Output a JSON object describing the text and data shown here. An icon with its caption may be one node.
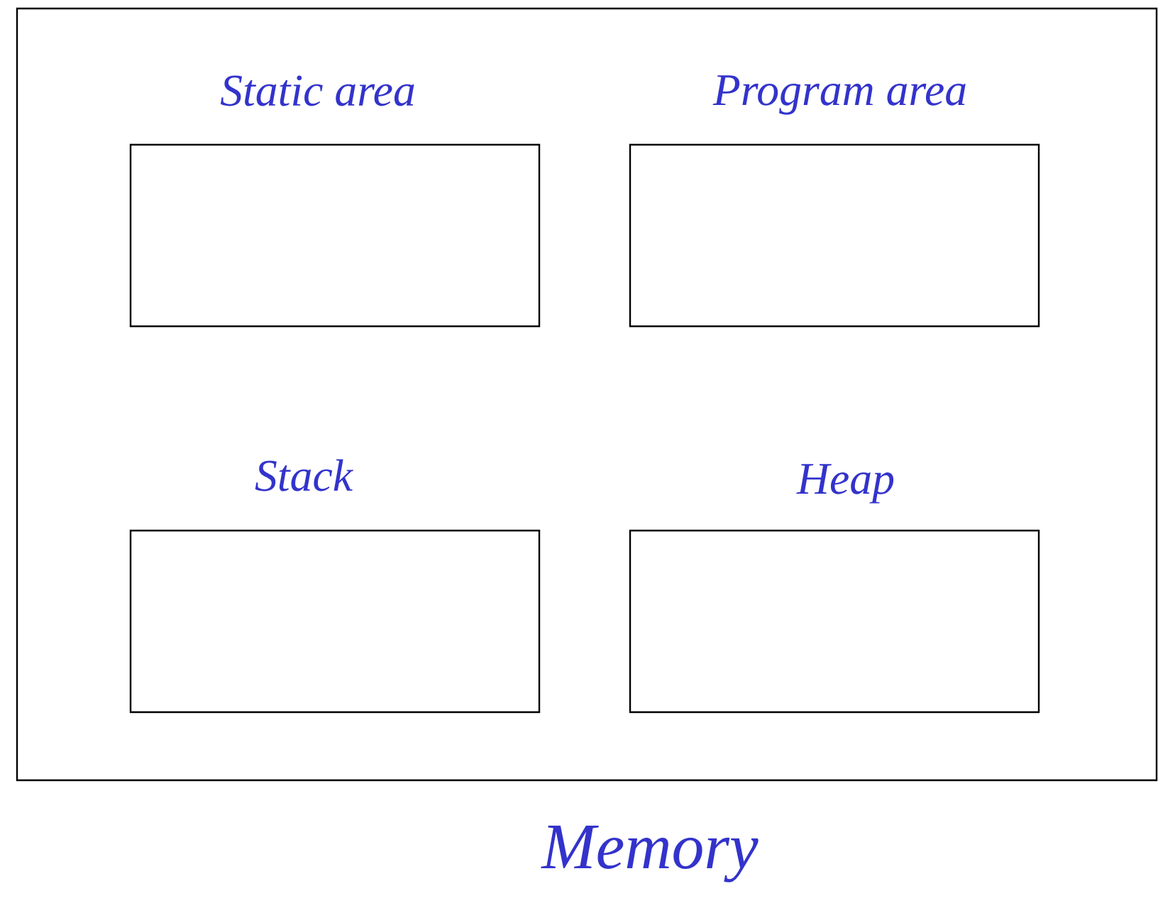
{
  "diagram": {
    "nodes": [
      {
        "text": [
          "Memory"
        ]
      },
      {
        "text": [
          "Static area"
        ],
        "in": 0
      },
      {
        "text": [
          "Program area"
        ],
        "in": 0
      },
      {
        "text": [
          "Stack"
        ],
        "in": 0
      },
      {
        "text": [
          "Heap"
        ],
        "in": 0
      }
    ]
  }
}
